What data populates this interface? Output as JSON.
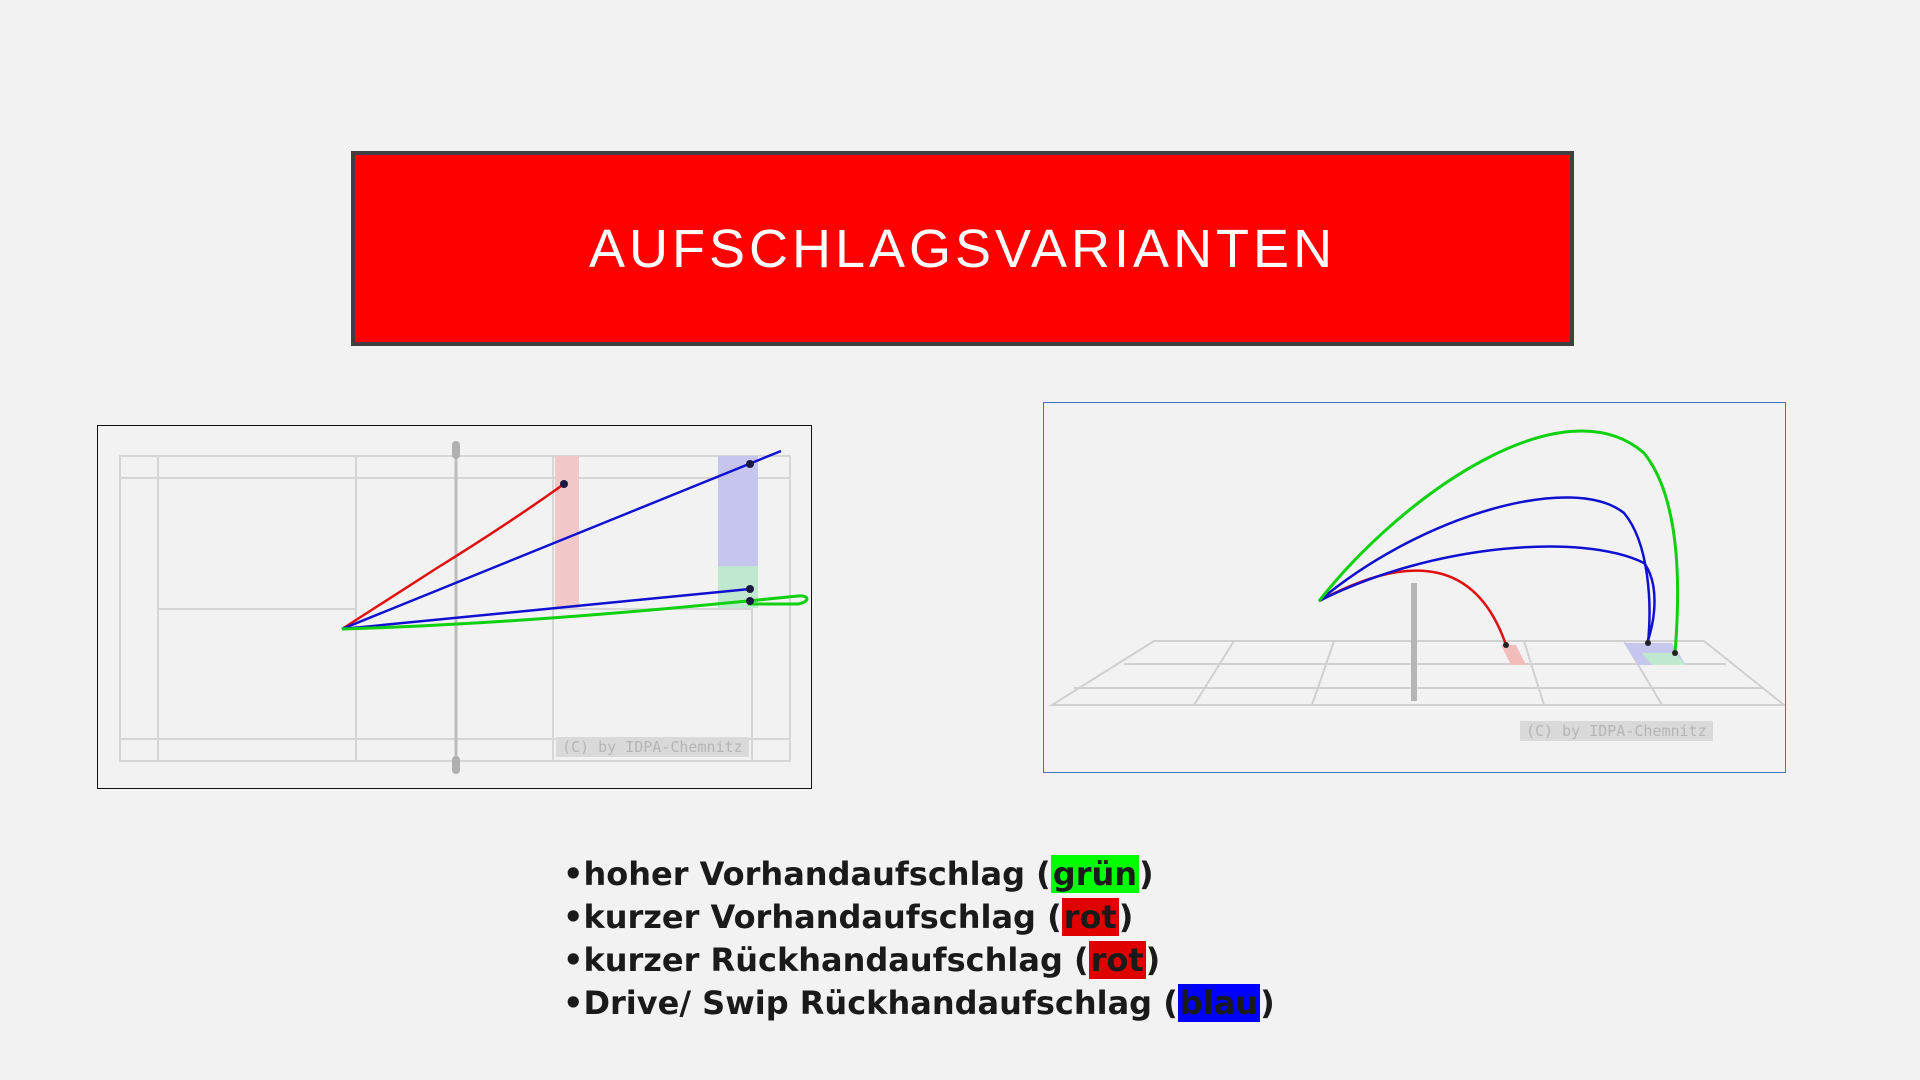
{
  "title": "AUFSCHLAGSVARIANTEN",
  "watermark_top": "(C) by IDPA-Chemnitz",
  "watermark_3d": "(C) by IDPA-Chemnitz",
  "colors": {
    "title_background": "#ff0000",
    "title_border": "#404040",
    "green": "#00ff00",
    "red": "#e00000",
    "blue": "#0000ff",
    "frame_3d_border": "#4472c4"
  },
  "legend": [
    {
      "bullet": "•",
      "text": "hoher Vorhandaufschlag (",
      "color_word": "grün",
      "close": ")",
      "color": "#00ff00"
    },
    {
      "bullet": "•",
      "text": "kurzer Vorhandaufschlag (",
      "color_word": "rot",
      "close": ")",
      "color": "#e00000"
    },
    {
      "bullet": "•",
      "text": "kurzer Rückhandaufschlag (",
      "color_word": "rot",
      "close": ")",
      "color": "#e00000"
    },
    {
      "bullet": "•",
      "text": "Drive/ Swip Rückhandaufschlag (",
      "color_word": "blau",
      "close": ")",
      "color": "#0000ff"
    }
  ]
}
